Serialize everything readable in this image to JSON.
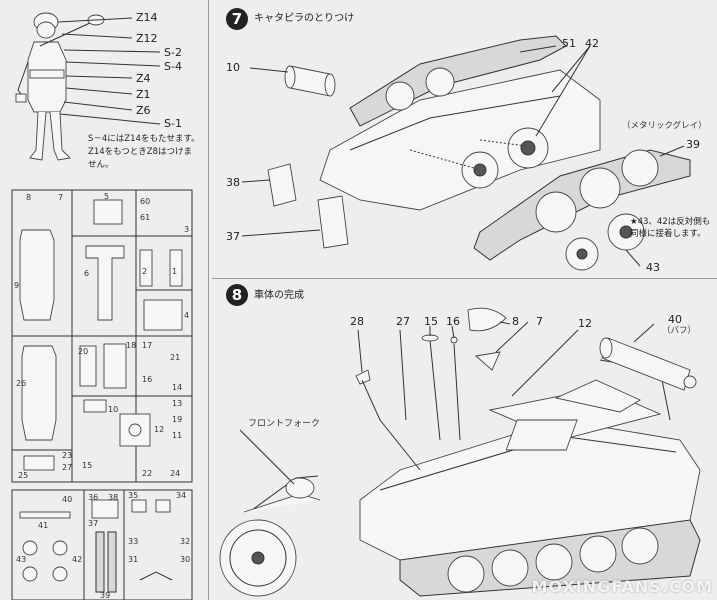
{
  "colors": {
    "paper": "#eeeeee",
    "ink": "#222222",
    "badge": "#222222"
  },
  "figure_labels": [
    "Z14",
    "Z12",
    "S-2",
    "S-4",
    "Z4",
    "Z1",
    "Z6",
    "S-1"
  ],
  "figure_note": "S－4にはZ14をもたせます。Z14をもつときZ8はつけません。",
  "step7": {
    "number": "7",
    "title": "キャタピラのとりつけ",
    "labels": {
      "p51": "51",
      "p42": "42",
      "p10": "10",
      "p38": "38",
      "p37": "37",
      "p39": "39",
      "p43": "43"
    },
    "color_note": "（メタリックグレイ）",
    "note": "★43、42は反対側も同様に接着します。"
  },
  "step8": {
    "number": "8",
    "title": "車体の完成",
    "labels": {
      "p28": "28",
      "p27": "27",
      "p15": "15",
      "p16": "16",
      "p8": "8",
      "p7": "7",
      "p12": "12",
      "p40": "40"
    },
    "color_note": "（バフ）",
    "fork_label": "フロントフォーク"
  },
  "sprue_numbers": {
    "a": [
      "8",
      "7",
      "5",
      "60",
      "61",
      "3",
      "6",
      "9",
      "2",
      "1",
      "4",
      "26",
      "20",
      "18",
      "17",
      "21",
      "16",
      "14",
      "13",
      "12",
      "19",
      "11",
      "10",
      "15",
      "22",
      "24",
      "23",
      "27",
      "25"
    ],
    "b": [
      "40",
      "41",
      "36",
      "38",
      "37",
      "35",
      "34",
      "43",
      "42",
      "33",
      "32",
      "31",
      "30",
      "39"
    ]
  },
  "watermark": "MOXINGFANS.COM"
}
